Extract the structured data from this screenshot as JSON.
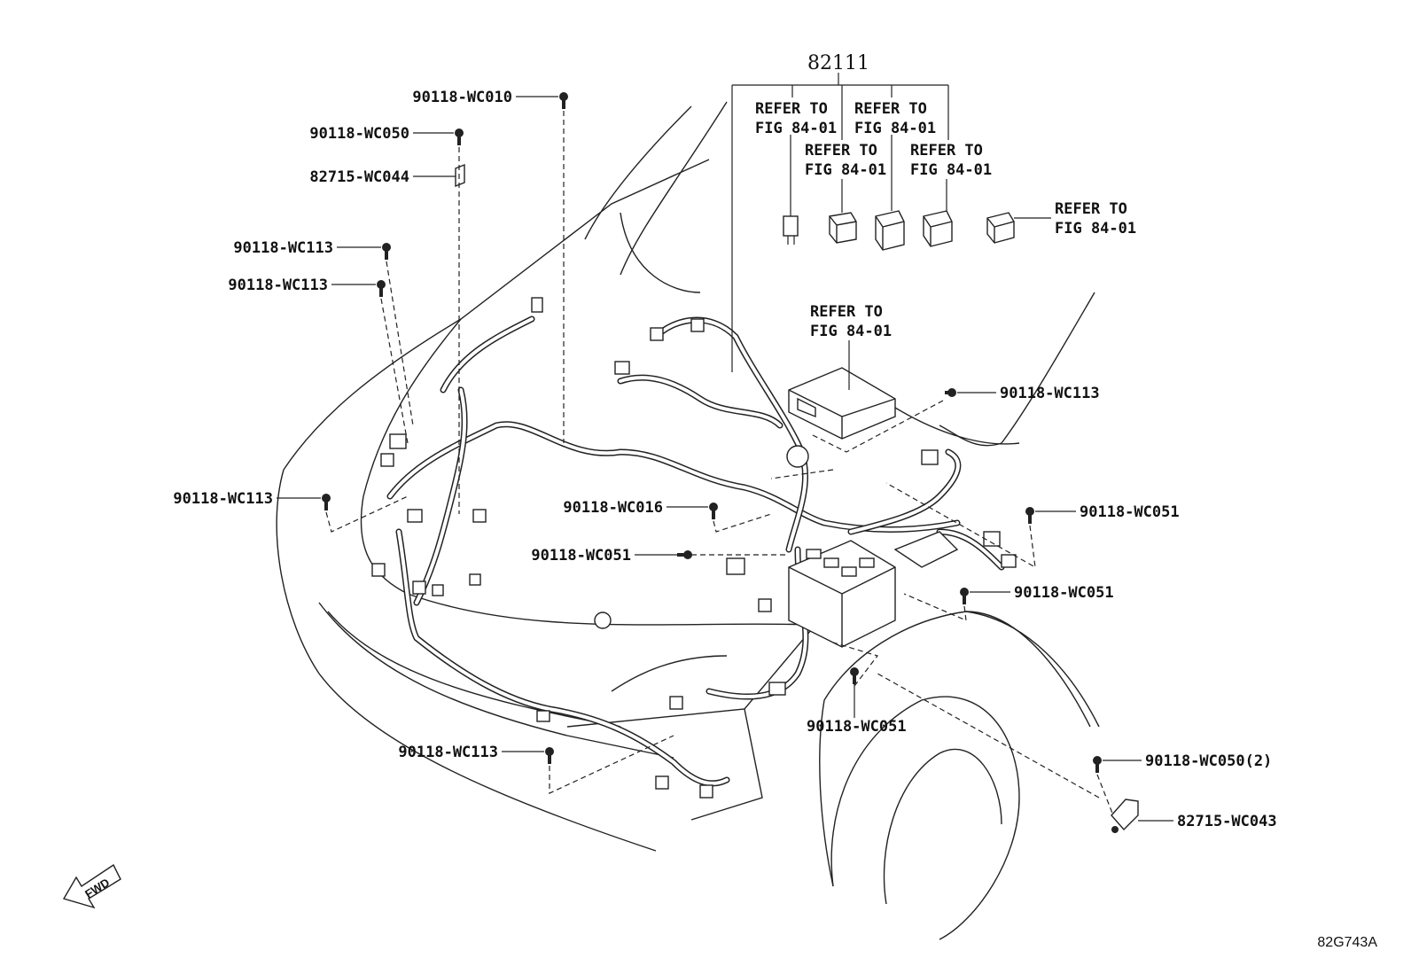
{
  "diagram": {
    "assembly_number": "82111",
    "refer_note": [
      "REFER TO",
      "FIG 84-01"
    ],
    "figure_code": "82G743A",
    "direction_badge": "FWD",
    "labels": {
      "wc010": "90118-WC010",
      "wc050_top": "90118-WC050",
      "wc044": "82715-WC044",
      "wc113_a": "90118-WC113",
      "wc113_b": "90118-WC113",
      "wc113_right": "90118-WC113",
      "wc113_left": "90118-WC113",
      "wc016": "90118-WC016",
      "wc051_mid": "90118-WC051",
      "wc051_right": "90118-WC051",
      "wc051_right2": "90118-WC051",
      "wc051_bottom": "90118-WC051",
      "wc113_bottom": "90118-WC113",
      "wc050_2": "90118-WC050(2)",
      "wc043": "82715-WC043"
    }
  }
}
